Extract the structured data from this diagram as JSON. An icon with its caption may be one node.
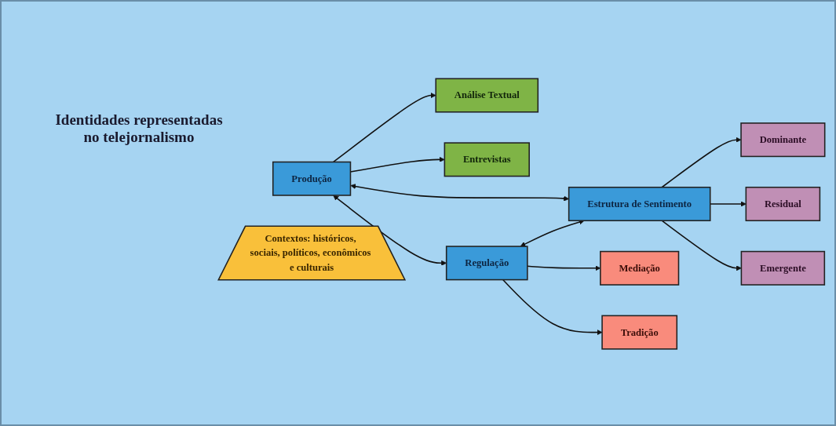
{
  "diagram": {
    "nodes": [
      {
        "text": [
          "Análise Textual"
        ]
      },
      {
        "text": [
          "Entrevistas"
        ]
      },
      {
        "text": [
          "Produção"
        ]
      },
      {
        "text": [
          "Contextos: históricos, sociais, políticos, econômicos e culturais"
        ]
      },
      {
        "text": [
          "Dominante"
        ]
      },
      {
        "text": [
          "Mediação"
        ]
      },
      {
        "text": [
          "Residual"
        ]
      },
      {
        "text": [
          "Tradição"
        ]
      },
      {
        "text": [
          "Regulação"
        ]
      },
      {
        "text": [
          "Estrutura de Sentimento"
        ]
      },
      {
        "text": [
          "Emergente"
        ]
      }
    ],
    "edges": [
      {
        "from": 2,
        "to": 0,
        "arrow": "to"
      },
      {
        "from": 2,
        "to": 1,
        "arrow": "to"
      },
      {
        "from": 2,
        "to": 8,
        "arrow": "both"
      },
      {
        "from": 2,
        "to": 9,
        "arrow": "both"
      },
      {
        "from": 8,
        "to": 9,
        "arrow": "both"
      },
      {
        "from": 8,
        "to": 5,
        "arrow": "to"
      },
      {
        "from": 8,
        "to": 7,
        "arrow": "to"
      },
      {
        "from": 9,
        "to": 4,
        "arrow": "to"
      },
      {
        "from": 9,
        "to": 6,
        "arrow": "to"
      },
      {
        "from": 9,
        "to": 10,
        "arrow": "to"
      }
    ],
    "labels": [
      "Identidades representadas no telejornalismo"
    ]
  }
}
